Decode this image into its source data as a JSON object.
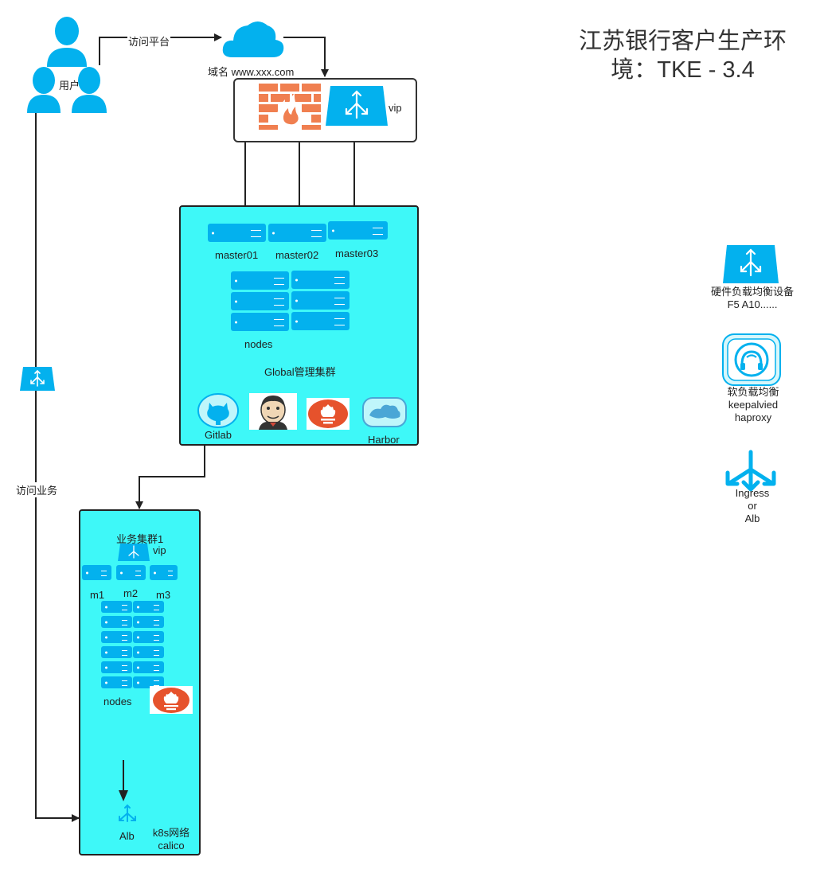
{
  "title_line1": "江苏银行客户生产环",
  "title_line2": "境：TKE - 3.4",
  "users": {
    "label": "用户"
  },
  "edges": {
    "visit_platform": "访问平台",
    "visit_business": "访问业务"
  },
  "domain": {
    "label": "域名 www.xxx.com"
  },
  "lb": {
    "vip": "vip"
  },
  "global_cluster": {
    "masters": [
      "master01",
      "master02",
      "master03"
    ],
    "nodes_label": "nodes",
    "name": "Global管理集群",
    "tools": [
      "Gitlab",
      "Harbor"
    ]
  },
  "business_cluster": {
    "name": "业务集群1",
    "vip": "vip",
    "masters": [
      "m1",
      "m2",
      "m3"
    ],
    "nodes_label": "nodes",
    "alb": "Alb",
    "network_line1": "k8s网络",
    "network_line2": "calico"
  },
  "legend": {
    "hardware_line1": "硬件负载均衡设备",
    "hardware_line2": "F5 A10......",
    "software_line1": "软负载均衡",
    "software_line2": "keepalvied",
    "software_line3": "haproxy",
    "ingress_line1": "Ingress",
    "ingress_line2": "or",
    "ingress_line3": "Alb"
  },
  "colors": {
    "icon_blue": "#03b1ee",
    "panel_cyan": "#3ef8f8",
    "firewall": "#f07f50",
    "prometheus": "#e6522c"
  }
}
